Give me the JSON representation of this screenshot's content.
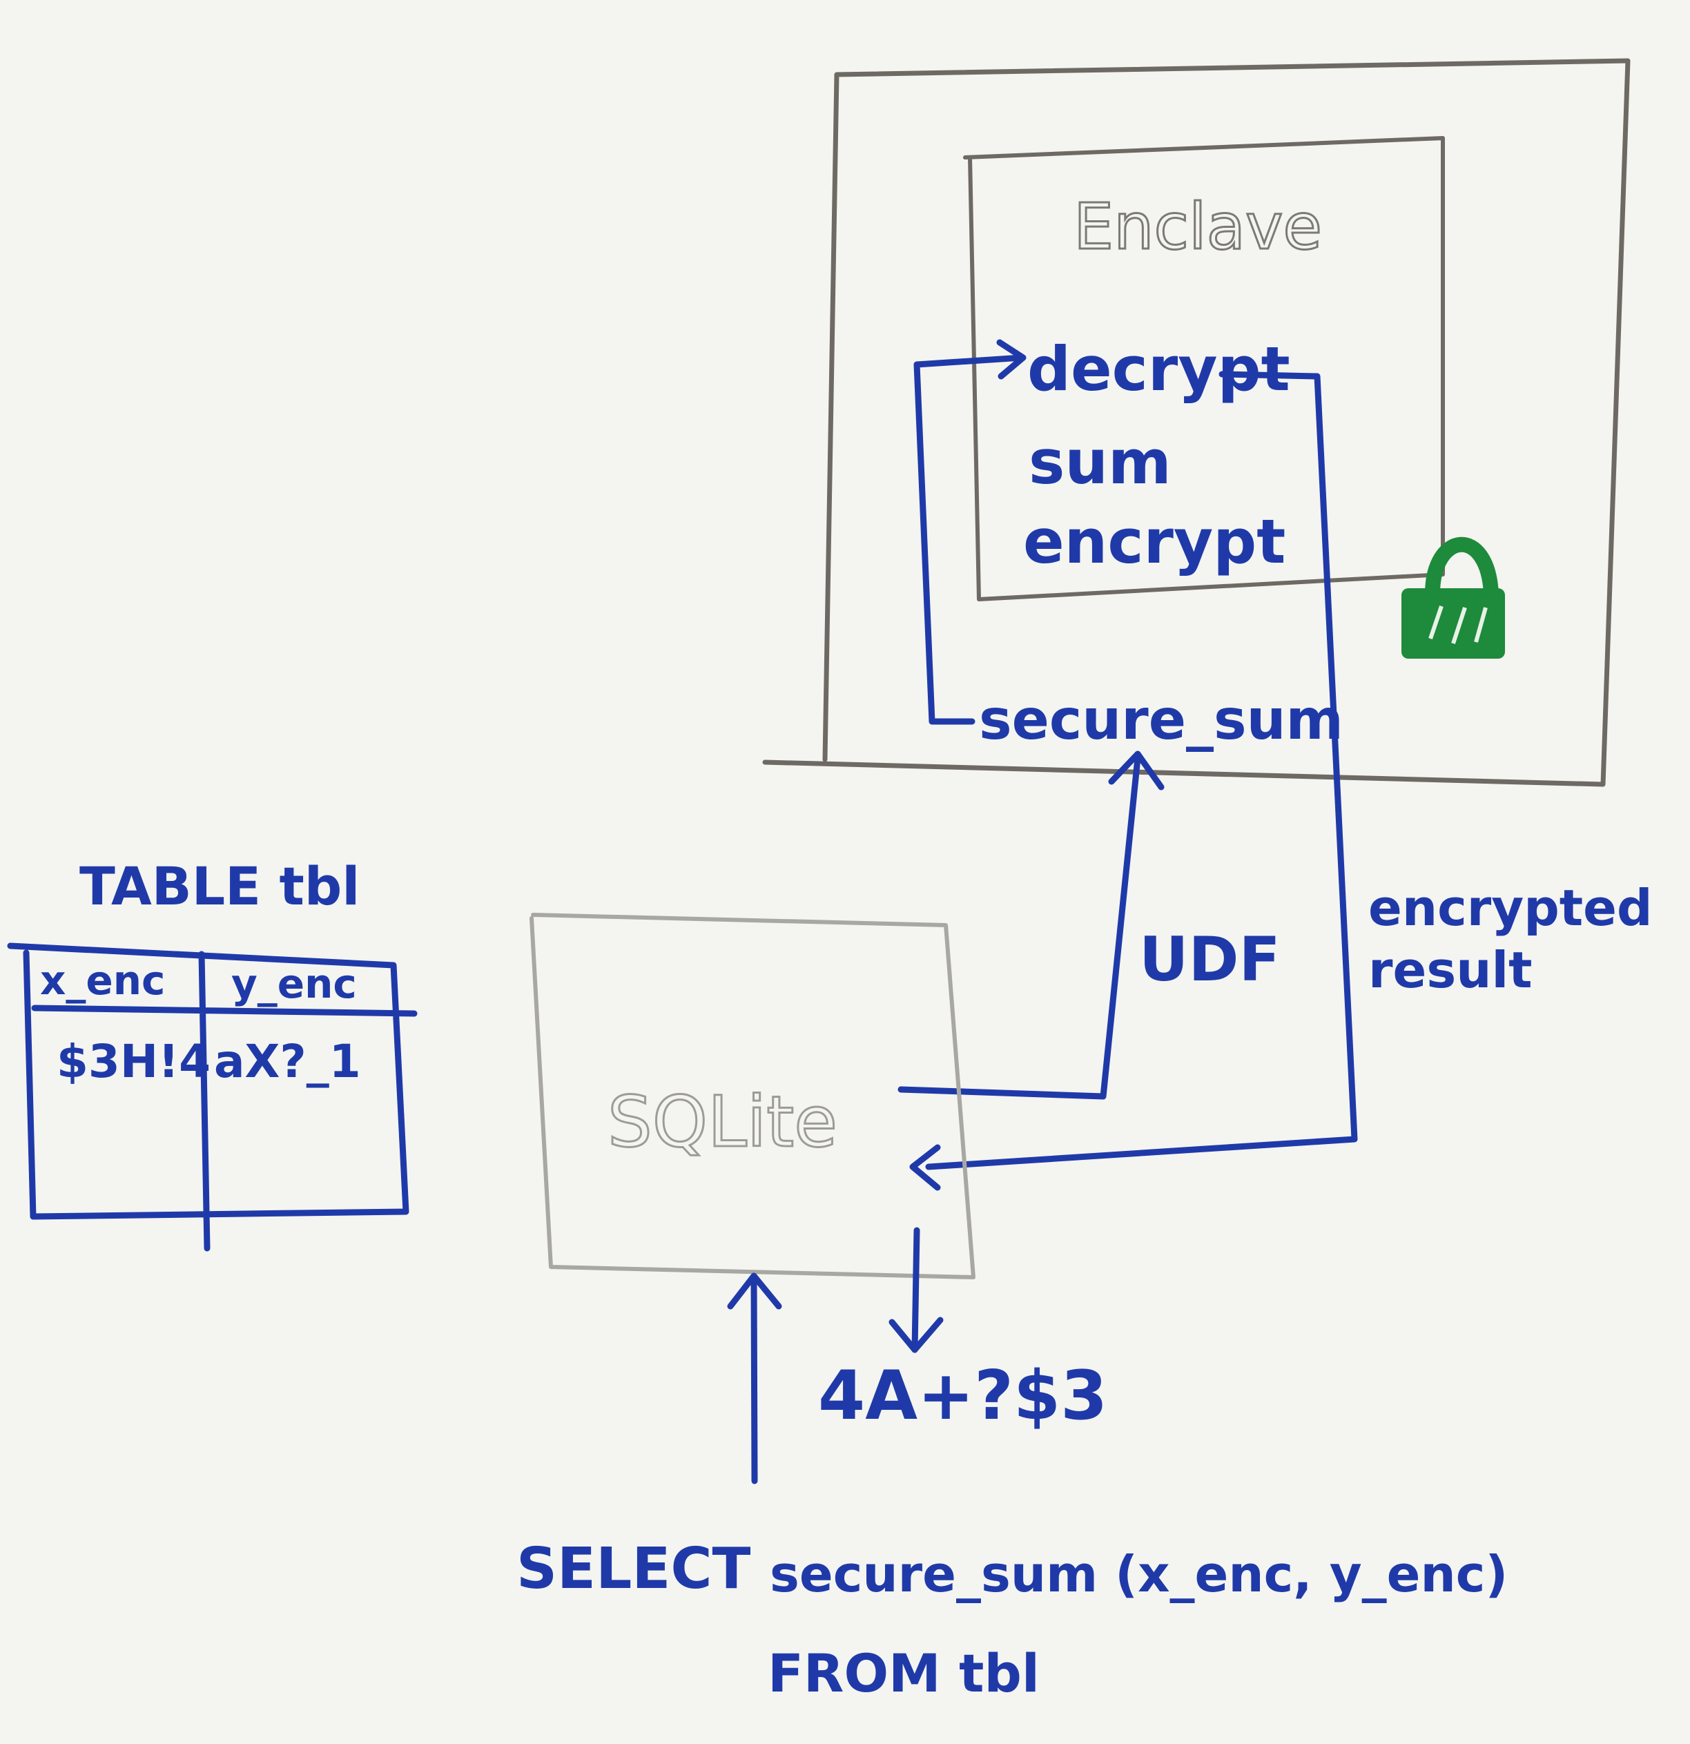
{
  "enclave": {
    "title": "Enclave",
    "steps": [
      "decrypt",
      "sum",
      "encrypt"
    ],
    "function_name": "secure_sum"
  },
  "sqlite": {
    "label": "SQLite"
  },
  "table": {
    "title": "TABLE tbl",
    "headers": [
      "x_enc",
      "y_enc"
    ],
    "row": [
      "$3H!4",
      "aX?_1"
    ]
  },
  "edges": {
    "udf_label": "UDF",
    "result_label_line1": "encrypted",
    "result_label_line2": "result"
  },
  "output_value": "4A+?$3",
  "query": {
    "line1_keyword": "SELECT",
    "line1_expr": "secure_sum (x_enc, y_enc)",
    "line2": "FROM tbl"
  },
  "colors": {
    "marker_blue": "#1f3aa8",
    "marker_gray": "#6e6a63",
    "lock_green": "#1e8a3c",
    "board": "#f4f4f1"
  }
}
